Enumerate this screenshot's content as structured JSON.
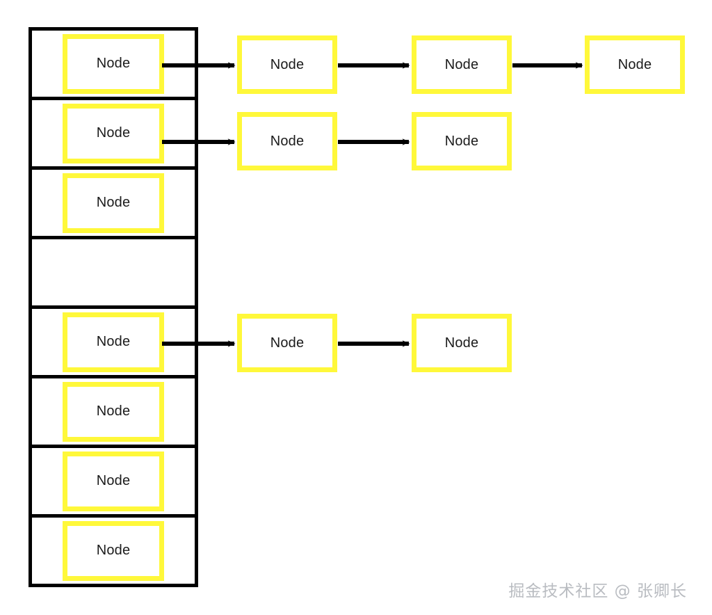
{
  "diagram": {
    "type": "hash-table-separate-chaining",
    "title": "",
    "colors": {
      "node_border": "#fff83a",
      "array_border": "#000000",
      "arrow": "#000000",
      "text": "#1b1b1b",
      "background": "#ffffff",
      "watermark": "#b9bcc1"
    },
    "node_label": "Node",
    "bucket_array": {
      "name": "bucket-array",
      "cell_count": 8,
      "cells": [
        {
          "index": 0,
          "occupied": true,
          "label": "Node",
          "chain_length": 4
        },
        {
          "index": 1,
          "occupied": true,
          "label": "Node",
          "chain_length": 3
        },
        {
          "index": 2,
          "occupied": true,
          "label": "Node",
          "chain_length": 1
        },
        {
          "index": 3,
          "occupied": false,
          "label": "",
          "chain_length": 0
        },
        {
          "index": 4,
          "occupied": true,
          "label": "Node",
          "chain_length": 3
        },
        {
          "index": 5,
          "occupied": true,
          "label": "Node",
          "chain_length": 1
        },
        {
          "index": 6,
          "occupied": true,
          "label": "Node",
          "chain_length": 1
        },
        {
          "index": 7,
          "occupied": true,
          "label": "Node",
          "chain_length": 1
        }
      ]
    },
    "chains": [
      {
        "row": 0,
        "from_cell": 0,
        "nodes": [
          {
            "column": 1,
            "label": "Node"
          },
          {
            "column": 2,
            "label": "Node"
          },
          {
            "column": 3,
            "label": "Node"
          }
        ]
      },
      {
        "row": 1,
        "from_cell": 1,
        "nodes": [
          {
            "column": 1,
            "label": "Node"
          },
          {
            "column": 2,
            "label": "Node"
          }
        ]
      },
      {
        "row": 4,
        "from_cell": 4,
        "nodes": [
          {
            "column": 1,
            "label": "Node"
          },
          {
            "column": 2,
            "label": "Node"
          }
        ]
      }
    ],
    "arrow_count": 7
  },
  "watermark": {
    "text": "掘金技术社区 @ 张卿长"
  }
}
